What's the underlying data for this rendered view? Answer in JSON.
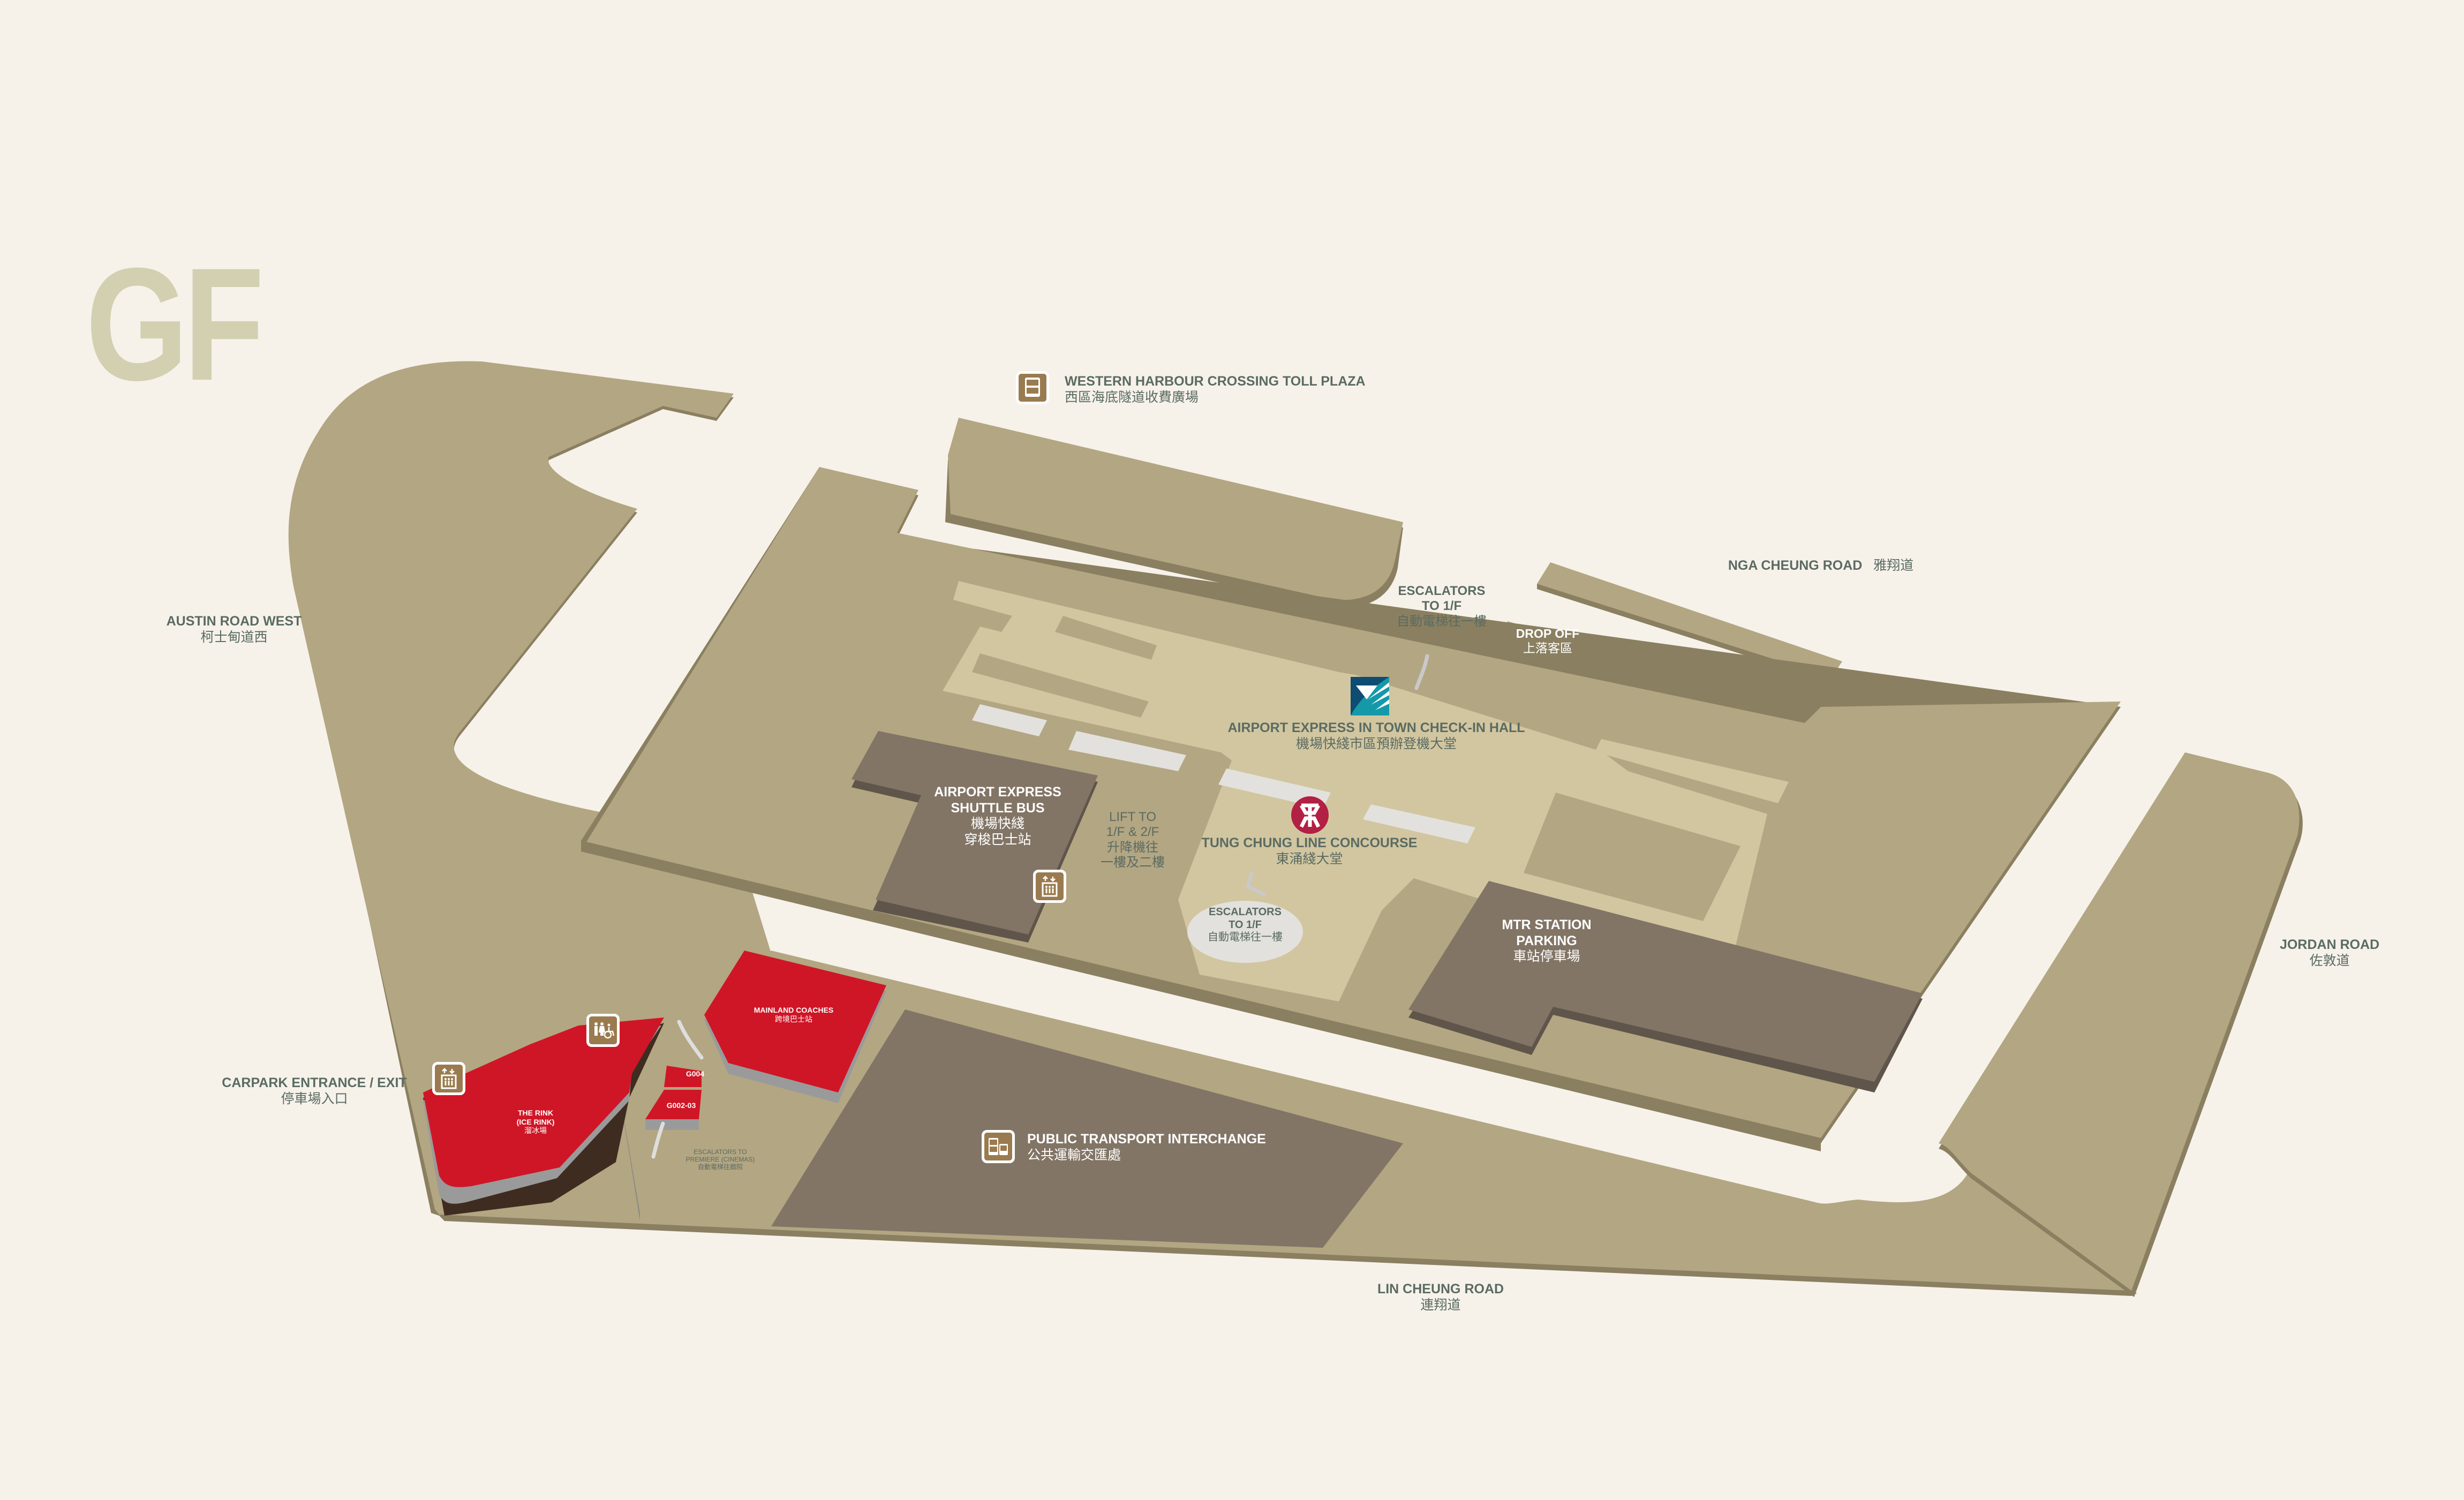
{
  "floor": {
    "label": "GF"
  },
  "colors": {
    "background": "#f6f2ea",
    "ground": "#b3a682",
    "ground_edge": "#8a7f60",
    "concourse": "#d2c6a0",
    "dark_zone": "#827566",
    "red_zone": "#cf1626",
    "label_text": "#5a6b62",
    "icon_brown": "#9a7b4f"
  },
  "roads": {
    "austin_road_west": {
      "en": "AUSTIN ROAD WEST",
      "zh": "柯士甸道西"
    },
    "nga_cheung_road": {
      "en": "NGA CHEUNG ROAD",
      "zh": "雅翔道"
    },
    "jordan_road": {
      "en": "JORDAN ROAD",
      "zh": "佐敦道"
    },
    "lin_cheung_road": {
      "en": "LIN CHEUNG ROAD",
      "zh": "連翔道"
    },
    "carpark": {
      "en": "CARPARK ENTRANCE / EXIT",
      "zh": "停車場入口"
    }
  },
  "areas": {
    "toll_plaza": {
      "en": "WESTERN HARBOUR CROSSING TOLL PLAZA",
      "zh": "西區海底隧道收費廣場",
      "icon": "bus-icon"
    },
    "escalators_north": {
      "en1": "ESCALATORS",
      "en2": "TO 1/F",
      "zh": "自動電梯往一樓"
    },
    "drop_off": {
      "en": "DROP OFF",
      "zh": "上落客區"
    },
    "check_in_hall": {
      "en": "AIRPORT EXPRESS IN TOWN CHECK-IN HALL",
      "zh": "機場快綫市區預辦登機大堂",
      "icon": "airport-express-logo-icon"
    },
    "shuttle_bus": {
      "en1": "AIRPORT EXPRESS",
      "en2": "SHUTTLE BUS",
      "zh1": "機場快綫",
      "zh2": "穿梭巴士站"
    },
    "lift": {
      "en1": "LIFT TO",
      "en2": "1/F & 2/F",
      "zh1": "升降機往",
      "zh2": "一樓及二樓"
    },
    "tung_chung": {
      "en": "TUNG CHUNG LINE CONCOURSE",
      "zh": "東涌綫大堂",
      "icon": "mtr-logo-icon"
    },
    "escalators_center": {
      "en1": "ESCALATORS",
      "en2": "TO 1/F",
      "zh": "自動電梯往一樓"
    },
    "mtr_parking": {
      "en1": "MTR STATION",
      "en2": "PARKING",
      "zh": "車站停車場"
    },
    "mainland_coaches": {
      "en": "MAINLAND COACHES",
      "zh": "跨境巴士站"
    },
    "the_rink": {
      "en1": "THE RINK",
      "en2": "(ICE RINK)",
      "zh": "溜冰場"
    },
    "g004": {
      "en": "G004"
    },
    "g002_03": {
      "en": "G002-03"
    },
    "escalators_cinema": {
      "en1": "ESCALATORS TO",
      "en2": "PREMIERE (CINEMAS)",
      "zh": "自動電梯往戲院"
    },
    "transport_interchange": {
      "en": "PUBLIC TRANSPORT INTERCHANGE",
      "zh": "公共運輸交匯處",
      "icon": "bus-minibus-icon"
    }
  }
}
